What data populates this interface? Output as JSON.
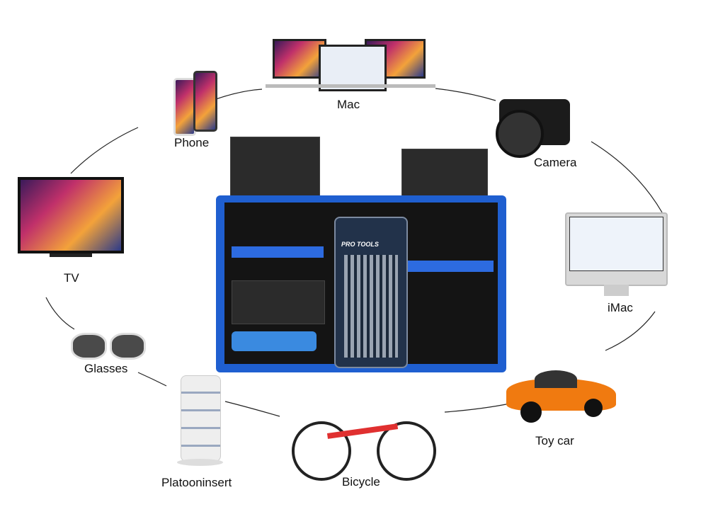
{
  "labels": {
    "mac": "Mac",
    "phone": "Phone",
    "camera": "Camera",
    "tv": "TV",
    "imac": "iMac",
    "glasses": "Glasses",
    "toy_car": "Toy car",
    "platooninsert": "Platooninsert",
    "bicycle": "Bicycle"
  },
  "kit": {
    "case_title": "PRO TOOLS"
  },
  "colors": {
    "kit_blue": "#1f5fd0",
    "car_orange": "#f07a10"
  }
}
